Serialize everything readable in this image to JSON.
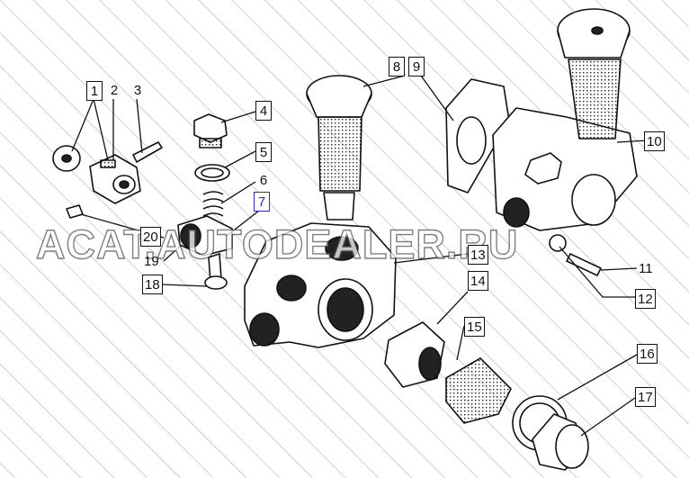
{
  "labels": {
    "l1": "1",
    "l2": "2",
    "l3": "3",
    "l4": "4",
    "l5": "5",
    "l6": "6",
    "l7": "7",
    "l8": "8",
    "l9": "9",
    "l10": "10",
    "l11": "11",
    "l12": "12",
    "l13": "13",
    "l14": "14",
    "l15": "15",
    "l16": "16",
    "l17": "17",
    "l18": "18",
    "l19": "19",
    "l20": "20"
  },
  "watermark": "ACAT.AUTODEALER.RU",
  "selected_label": "7",
  "colors": {
    "line": "#111111",
    "selected": "#2a2ad8",
    "hatch": "#9a9a9a"
  }
}
